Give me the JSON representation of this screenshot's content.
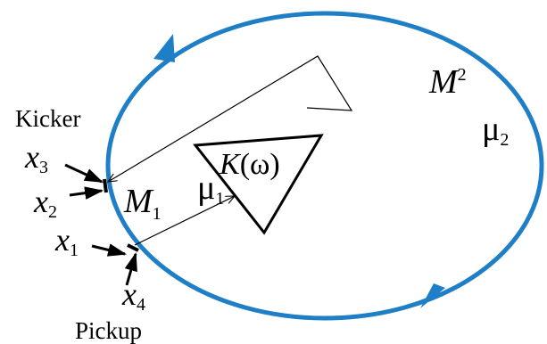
{
  "labels": {
    "kicker": "Kicker",
    "pickup": "Pickup",
    "x1": {
      "base": "x",
      "sub": "1"
    },
    "x2": {
      "base": "x",
      "sub": "2"
    },
    "x3": {
      "base": "x",
      "sub": "3"
    },
    "x4": {
      "base": "x",
      "sub": "4"
    },
    "M1": {
      "base": "M",
      "sub": "1"
    },
    "M2": {
      "base": "M",
      "sub": "2"
    },
    "mu1": {
      "base": "μ",
      "sub": "1"
    },
    "mu2": {
      "base": "μ",
      "sub": "2"
    },
    "amplifier": {
      "K": "K",
      "omega": "(ω)"
    }
  },
  "colors": {
    "ring": "#1f7fc6",
    "ink": "#000000"
  }
}
